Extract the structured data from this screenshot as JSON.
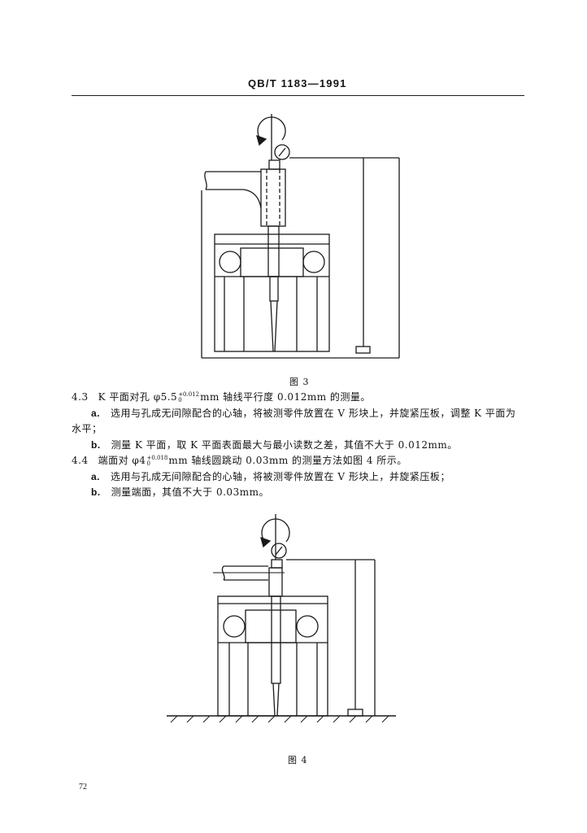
{
  "header": {
    "code": "QB/T 1183—1991"
  },
  "figure3": {
    "caption": "图 3"
  },
  "sections": [
    {
      "number": "4.3",
      "pre": "K 平面对孔 φ5.5",
      "tol_upper": "+0.012",
      "tol_lower": "0",
      "post": "mm 轴线平行度 0.012mm 的测量。",
      "items": [
        {
          "label": "a.",
          "text": "选用与孔成无间隙配合的心轴，将被测零件放置在 V 形块上，并旋紧压板，调整 K 平面为水平；"
        },
        {
          "label": "b.",
          "text": "测量 K 平面，取 K 平面表面最大与最小读数之差，其值不大于 0.012mm。"
        }
      ]
    },
    {
      "number": "4.4",
      "pre": "端面对 φ4",
      "tol_upper": "+0.018",
      "tol_lower": "0",
      "post": "mm 轴线圆跳动 0.03mm 的测量方法如图 4 所示。",
      "items": [
        {
          "label": "a.",
          "text": "选用与孔成无间隙配合的心轴，将被测零件放置在 V 形块上，并旋紧压板；"
        },
        {
          "label": "b.",
          "text": "测量端面，其值不大于 0.03mm。"
        }
      ]
    }
  ],
  "figure4": {
    "caption": "图 4"
  },
  "page_number": "72"
}
